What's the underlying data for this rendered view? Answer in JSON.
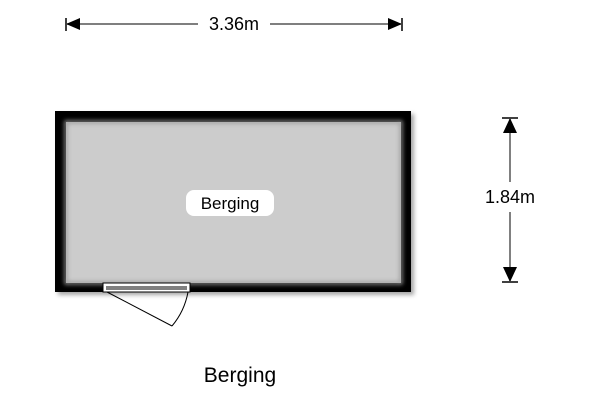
{
  "floorplan": {
    "room_label": "Berging",
    "width_dimension": "3.36m",
    "depth_dimension": "1.84m",
    "floor_title": "Berging"
  },
  "colors": {
    "wall": "#000000",
    "floor": "#cccccc",
    "dimension_line": "#555555"
  }
}
